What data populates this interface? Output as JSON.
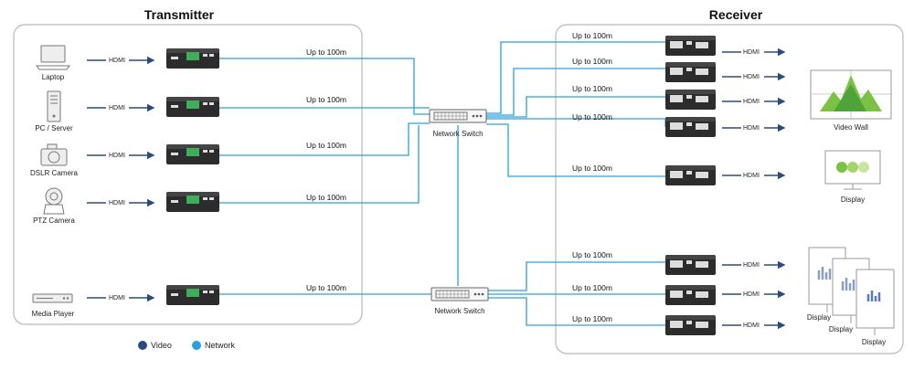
{
  "titles": {
    "transmitter": "Transmitter",
    "receiver": "Receiver"
  },
  "sources": [
    "Laptop",
    "PC / Server",
    "DSLR Camera",
    "PTZ Camera",
    "Media Player"
  ],
  "hdmi": "HDMI",
  "distance": "Up to 100m",
  "switch_label": "Network Switch",
  "outputs": {
    "video_wall": "Video Wall",
    "display": "Display"
  },
  "legend": {
    "video": "Video",
    "network": "Network"
  },
  "colors": {
    "video": "#2b4a82",
    "network": "#2aa0dc",
    "screen": "#3fae5a",
    "device": "#2c2c2c"
  }
}
